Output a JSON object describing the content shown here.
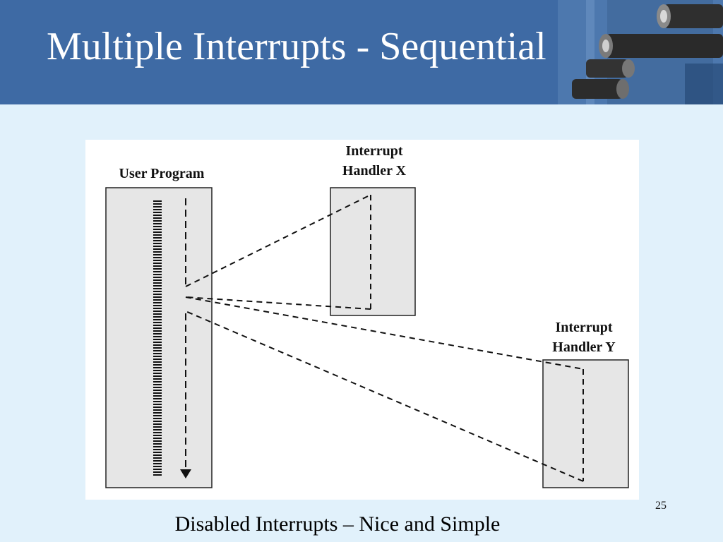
{
  "slide": {
    "title": "Multiple Interrupts - Sequential",
    "caption": "Disabled Interrupts – Nice and Simple",
    "slide_number": "25"
  },
  "diagram": {
    "user_program_label": "User Program",
    "handler_x_label_line1": "Interrupt",
    "handler_x_label_line2": "Handler X",
    "handler_y_label_line1": "Interrupt",
    "handler_y_label_line2": "Handler Y"
  },
  "colors": {
    "header_bg": "#3e6aa4",
    "slide_bg": "#e1f1fb",
    "box_fill": "#e6e6e6"
  }
}
